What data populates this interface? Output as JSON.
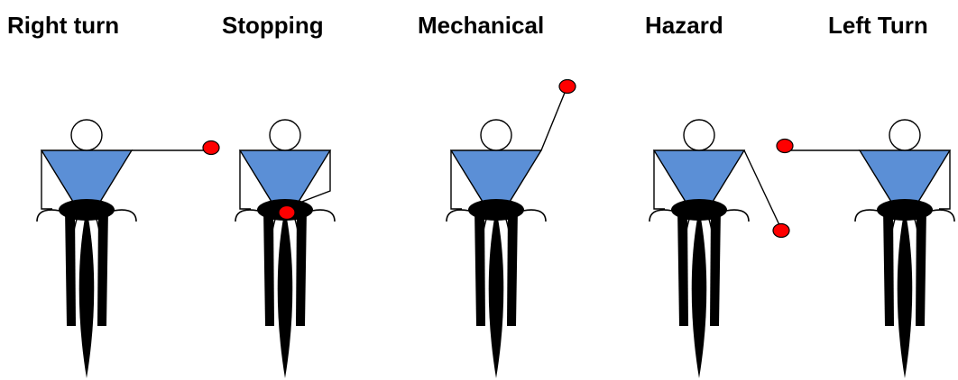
{
  "signals": [
    {
      "label": "Right turn",
      "arm": "extended-side"
    },
    {
      "label": "Stopping",
      "arm": "bent-to-waist"
    },
    {
      "label": "Mechanical",
      "arm": "raised-up"
    },
    {
      "label": "Hazard",
      "arm": "angled-down"
    },
    {
      "label": "Left Turn",
      "arm": "extended-side"
    }
  ],
  "colors": {
    "torso": "#5b8fd6",
    "hand": "#ff0000",
    "outline": "#000000"
  }
}
